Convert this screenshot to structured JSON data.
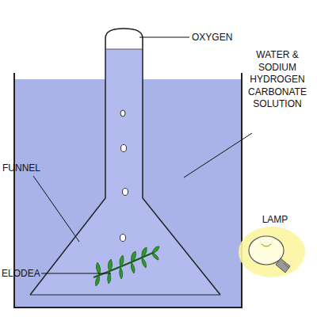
{
  "diagram": {
    "labels": [
      "OXYGEN",
      "WATER & SODIUM HYDROGEN CARBONATE SOLUTION",
      "FUNNEL",
      "ELODEA",
      "LAMP"
    ]
  }
}
